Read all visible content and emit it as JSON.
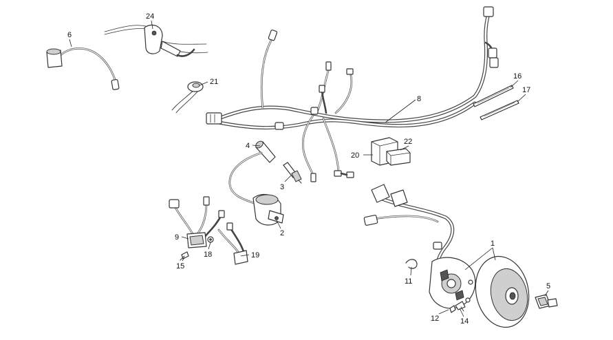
{
  "callouts": [
    {
      "id": "c1",
      "text": "1"
    },
    {
      "id": "c2",
      "text": "2"
    },
    {
      "id": "c3",
      "text": "3"
    },
    {
      "id": "c4",
      "text": "4"
    },
    {
      "id": "c5",
      "text": "5"
    },
    {
      "id": "c6",
      "text": "6"
    },
    {
      "id": "c8",
      "text": "8"
    },
    {
      "id": "c9",
      "text": "9"
    },
    {
      "id": "c11",
      "text": "11"
    },
    {
      "id": "c12",
      "text": "12"
    },
    {
      "id": "c14",
      "text": "14"
    },
    {
      "id": "c15",
      "text": "15"
    },
    {
      "id": "c16",
      "text": "16"
    },
    {
      "id": "c17",
      "text": "17"
    },
    {
      "id": "c18",
      "text": "18"
    },
    {
      "id": "c19",
      "text": "19"
    },
    {
      "id": "c20",
      "text": "20"
    },
    {
      "id": "c21",
      "text": "21"
    },
    {
      "id": "c22",
      "text": "22"
    },
    {
      "id": "c24",
      "text": "24"
    }
  ]
}
